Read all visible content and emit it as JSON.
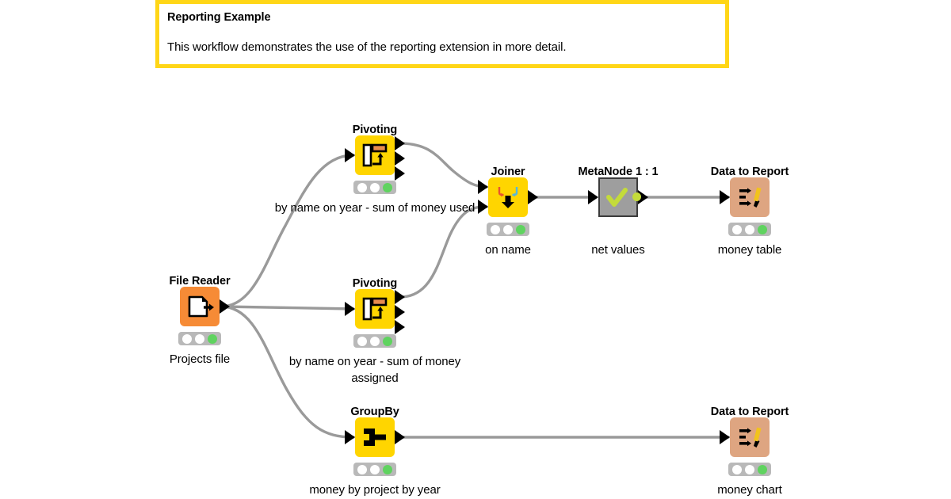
{
  "annotation": {
    "title": "Reporting Example",
    "body": "This workflow demonstrates the use of the reporting extension in more detail."
  },
  "colors": {
    "annotation_border": "#FFD617",
    "file_reader": "#F68B36",
    "transform_node": "#FFD500",
    "report_node": "#DEA581",
    "metanode": "#9E9E9E",
    "metanode_check": "#C4DB3A",
    "edge": "#9A9A9A",
    "status_ok": "#5FD35F",
    "status_bar": "#B9B9B9"
  },
  "nodes": [
    {
      "id": "file-reader",
      "title": "File Reader",
      "label": "Projects file",
      "icon": "file-reader-icon",
      "status": [
        "idle",
        "idle",
        "ok"
      ],
      "in_ports": 0,
      "out_ports": 1
    },
    {
      "id": "pivoting-top",
      "title": "Pivoting",
      "label": "by name on year -\nsum of money used",
      "icon": "pivoting-icon",
      "status": [
        "idle",
        "idle",
        "ok"
      ],
      "in_ports": 1,
      "out_ports": 3
    },
    {
      "id": "pivoting-mid",
      "title": "Pivoting",
      "label": "by name on year -\nsum of money assigned",
      "icon": "pivoting-icon",
      "status": [
        "idle",
        "idle",
        "ok"
      ],
      "in_ports": 1,
      "out_ports": 3
    },
    {
      "id": "groupby",
      "title": "GroupBy",
      "label": "money by project by year",
      "icon": "groupby-icon",
      "status": [
        "idle",
        "idle",
        "ok"
      ],
      "in_ports": 1,
      "out_ports": 1
    },
    {
      "id": "joiner",
      "title": "Joiner",
      "label": "on name",
      "icon": "joiner-icon",
      "status": [
        "idle",
        "idle",
        "ok"
      ],
      "in_ports": 2,
      "out_ports": 1
    },
    {
      "id": "metanode",
      "title": "MetaNode 1 : 1",
      "label": "net values",
      "icon": "checkmark-icon",
      "status": [],
      "in_ports": 1,
      "out_ports": 1
    },
    {
      "id": "data-to-report-table",
      "title": "Data to Report",
      "label": "money table",
      "icon": "data-to-report-icon",
      "status": [
        "idle",
        "idle",
        "ok"
      ],
      "in_ports": 1,
      "out_ports": 0
    },
    {
      "id": "data-to-report-chart",
      "title": "Data to Report",
      "label": "money chart",
      "icon": "data-to-report-icon",
      "status": [
        "idle",
        "idle",
        "ok"
      ],
      "in_ports": 1,
      "out_ports": 0
    }
  ],
  "connections": [
    {
      "from": "file-reader",
      "to": "pivoting-top"
    },
    {
      "from": "file-reader",
      "to": "pivoting-mid"
    },
    {
      "from": "file-reader",
      "to": "groupby"
    },
    {
      "from": "pivoting-top",
      "to": "joiner"
    },
    {
      "from": "pivoting-mid",
      "to": "joiner"
    },
    {
      "from": "joiner",
      "to": "metanode"
    },
    {
      "from": "metanode",
      "to": "data-to-report-table"
    },
    {
      "from": "groupby",
      "to": "data-to-report-chart"
    }
  ]
}
